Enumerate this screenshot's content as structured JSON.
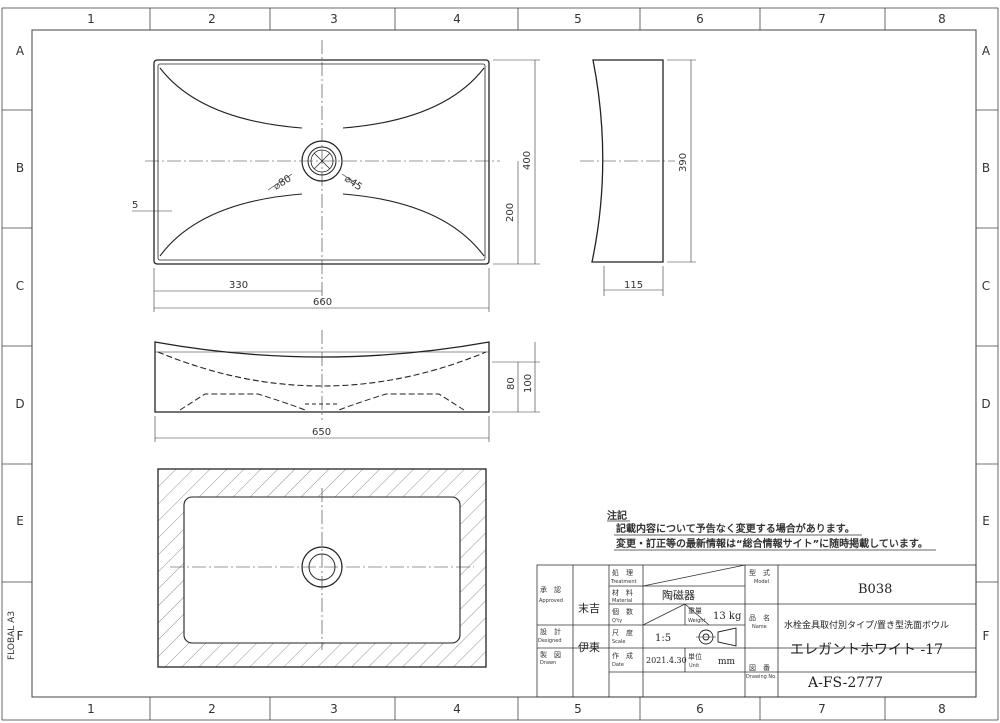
{
  "border": {
    "columns": [
      "1",
      "2",
      "3",
      "4",
      "5",
      "6",
      "7",
      "8"
    ],
    "rows": [
      "A",
      "B",
      "C",
      "D",
      "E",
      "F"
    ],
    "sheet_label": "FLOBAL A3"
  },
  "dimensions": {
    "plan_width": "660",
    "plan_half_width": "330",
    "plan_depth": "400",
    "plan_half_depth": "200",
    "plan_rim": "5",
    "drain_outer": "⌀80",
    "drain_inner": "⌀45",
    "side_depth": "390",
    "side_height": "115",
    "front_width": "650",
    "front_inner_depth": "80",
    "front_height": "100"
  },
  "notes": {
    "title": "注記",
    "line1": "記載内容について予告なく変更する場合があります。",
    "line2": "変更・訂正等の最新情報は“総合情報サイト”に随時掲載しています。"
  },
  "title_block": {
    "approved_label": "承　認",
    "approved_en": "Approved",
    "approved_name": "末吉",
    "designed_label": "設　計",
    "designed_en": "Designed",
    "drawn_label": "製　図",
    "drawn_en": "Drawn",
    "drawn_name": "伊東",
    "treatment_label": "処　理",
    "treatment_en": "Treatment",
    "material_label": "材　料",
    "material_en": "Material",
    "material_value": "陶磁器",
    "qty_label": "個　数",
    "qty_en": "Q'ty",
    "weight_label": "重量",
    "weight_en": "Weight",
    "weight_value": "13 kg",
    "scale_label": "尺　度",
    "scale_en": "Scale",
    "scale_value": "1:5",
    "date_label": "作　成",
    "date_en": "Date",
    "date_value": "2021.4.30",
    "unit_label": "単位",
    "unit_en": "Unit",
    "unit_value": "mm",
    "model_label": "型　式",
    "model_en": "Model",
    "model_value": "B038",
    "name_label": "品　名",
    "name_en": "Name",
    "name_line1": "水栓金具取付別タイプ/置き型洗面ボウル",
    "name_line2": "エレガントホワイト -17",
    "drawing_label": "図　番",
    "drawing_en": "Drawing No.",
    "drawing_value": "A-FS-2777"
  }
}
